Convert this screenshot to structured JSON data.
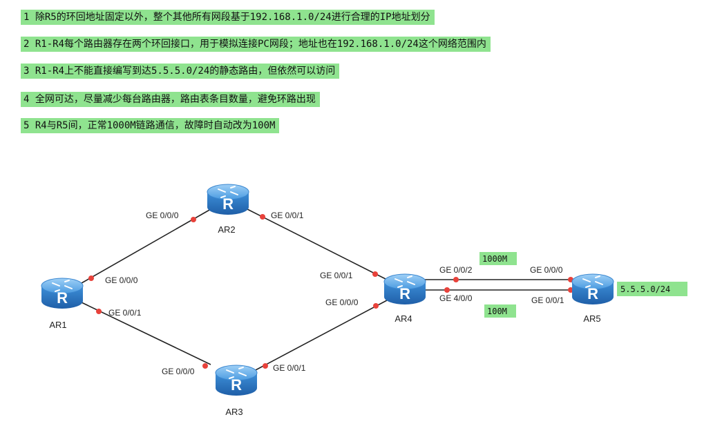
{
  "requirements": [
    "1 除R5的环回地址固定以外，整个其他所有网段基于192.168.1.0/24进行合理的IP地址划分",
    "2 R1-R4每个路由器存在两个环回接口，用于模拟连接PC网段；地址也在192.168.1.0/24这个网络范围内",
    "3 R1-R4上不能直接编写到达5.5.5.0/24的静态路由，但依然可以访问",
    "4 全网可达，尽量减少每台路由器，路由表条目数量，避免环路出现",
    "5 R4与R5间，正常1000M链路通信，故障时自动改为100M"
  ],
  "routers": {
    "ar1": {
      "name": "AR1",
      "icon": "router-icon"
    },
    "ar2": {
      "name": "AR2",
      "icon": "router-icon"
    },
    "ar3": {
      "name": "AR3",
      "icon": "router-icon"
    },
    "ar4": {
      "name": "AR4",
      "icon": "router-icon"
    },
    "ar5": {
      "name": "AR5",
      "icon": "router-icon"
    }
  },
  "ports": {
    "ar1_g000": "GE 0/0/0",
    "ar1_g001": "GE 0/0/1",
    "ar2_g000": "GE 0/0/0",
    "ar2_g001": "GE 0/0/1",
    "ar3_g000": "GE 0/0/0",
    "ar3_g001": "GE 0/0/1",
    "ar4_g001": "GE 0/0/1",
    "ar4_g000": "GE 0/0/0",
    "ar4_g002": "GE 0/0/2",
    "ar4_g400": "GE 4/0/0",
    "ar5_g000": "GE 0/0/0",
    "ar5_g001": "GE 0/0/1"
  },
  "links": {
    "fast_speed": "1000M",
    "slow_speed": "100M"
  },
  "r5_network": "5.5.5.0/24",
  "colors": {
    "highlight": "#8fe38f",
    "router_body": "#3f8fd6",
    "port_dot": "#e8423b"
  }
}
